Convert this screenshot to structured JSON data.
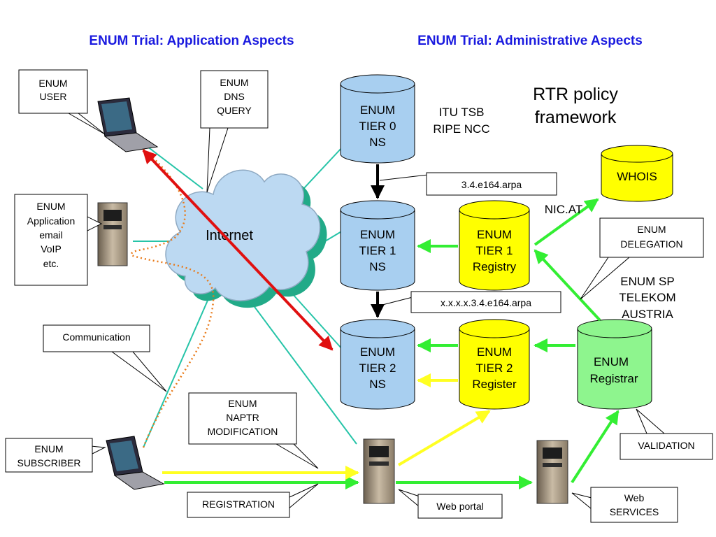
{
  "headings": {
    "left": "ENUM Trial: Application Aspects",
    "right": "ENUM Trial: Administrative Aspects"
  },
  "policy": [
    "RTR policy",
    "framework"
  ],
  "authorities": [
    "ITU TSB",
    "RIPE NCC"
  ],
  "internet_label": "Internet",
  "nic_label": "NIC.AT",
  "sp_label": [
    "ENUM SP",
    "TELEKOM",
    "AUSTRIA"
  ],
  "cylinders": {
    "tier0_ns": [
      "ENUM",
      "TIER 0",
      "NS"
    ],
    "tier1_ns": [
      "ENUM",
      "TIER 1",
      "NS"
    ],
    "tier2_ns": [
      "ENUM",
      "TIER 2",
      "NS"
    ],
    "tier1_registry": [
      "ENUM",
      "TIER 1",
      "Registry"
    ],
    "tier2_register": [
      "ENUM",
      "TIER 2",
      "Register"
    ],
    "whois": [
      "WHOIS"
    ],
    "registrar": [
      "ENUM",
      "Registrar"
    ]
  },
  "domains": {
    "tier1": "3.4.e164.arpa",
    "tier2": "x.x.x.x.3.4.e164.arpa"
  },
  "callouts": {
    "enum_user": [
      "ENUM",
      "USER"
    ],
    "dns_query": [
      "ENUM",
      "DNS",
      "QUERY"
    ],
    "application": [
      "ENUM",
      "Application",
      "email",
      "VoIP",
      "etc."
    ],
    "communication": [
      "Communication"
    ],
    "subscriber": [
      "ENUM",
      "SUBSCRIBER"
    ],
    "naptr": [
      "ENUM",
      "NAPTR",
      "MODIFICATION"
    ],
    "registration": [
      "REGISTRATION"
    ],
    "web_portal": [
      "Web portal"
    ],
    "delegation": [
      "ENUM",
      "DELEGATION"
    ],
    "validation": [
      "VALIDATION"
    ],
    "web_services": [
      "Web",
      "SERVICES"
    ]
  },
  "colors": {
    "heading": "#1a1adf",
    "ns_fill": "#a8cff0",
    "registry_fill": "#ffff00",
    "registrar_fill": "#8ef58e",
    "green_arrow": "#33ee33",
    "yellow_arrow": "#ffff22",
    "red_arrow": "#e01010",
    "teal_line": "#26c4a8",
    "dotted_orange": "#e87a1a",
    "cloud_fill": "#bcd9f2",
    "cloud_shadow": "#22aa88"
  }
}
